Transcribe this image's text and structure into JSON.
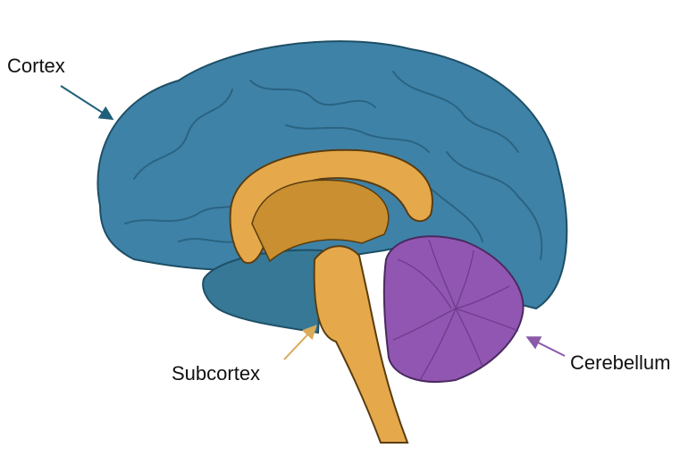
{
  "labels": {
    "cortex": "Cortex",
    "subcortex": "Subcortex",
    "cerebellum": "Cerebellum"
  },
  "colors": {
    "cortex": "#3f82a8",
    "temporal": "#367895",
    "subcortex": "#e5a94c",
    "subcortex_inner": "#c98f30",
    "cerebellum": "#9156b2",
    "cortex_arrow": "#1f5f7a",
    "subcortex_arrow": "#d9ab5c",
    "cerebellum_arrow": "#8a5aa8"
  }
}
